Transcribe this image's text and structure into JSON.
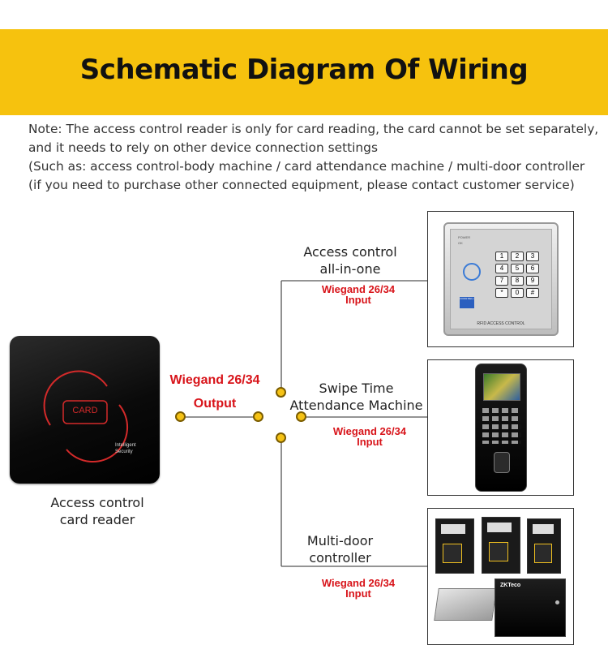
{
  "header": {
    "title": "Schematic Diagram Of Wiring",
    "banner_color": "#f6c20e"
  },
  "note": {
    "lines": [
      "Note: The access control reader is only for card reading, the card cannot be set separately,",
      "and it needs to rely on other device connection settings",
      "(Such as: access control-body machine / card attendance machine / multi-door controller",
      "(if you need to purchase other connected equipment, please contact customer service)"
    ]
  },
  "reader": {
    "caption_line1": "Access control",
    "caption_line2": "card reader",
    "card_text": "CARD",
    "brand_line1": "Intelligent",
    "brand_line2": "Security"
  },
  "output": {
    "line1": "Wiegand 26/34",
    "line2": "Output"
  },
  "devices": [
    {
      "name_line1": "Access control",
      "name_line2": "all-in-one",
      "input_line1": "Wiegand 26/34",
      "input_line2": "Input",
      "panel": {
        "power_label": "POWER",
        "ok_label": "OK",
        "keys": [
          "1",
          "2",
          "3",
          "4",
          "5",
          "6",
          "7",
          "8",
          "9",
          "*",
          "0",
          "#"
        ],
        "doorbell_label": "DOOR BELL",
        "footer": "RFID ACCESS CONTROL"
      }
    },
    {
      "name_line1": "Swipe Time",
      "name_line2": "Attendance Machine",
      "input_line1": "Wiegand 26/34",
      "input_line2": "Input"
    },
    {
      "name_line1": "Multi-door",
      "name_line2": "controller",
      "input_line1": "Wiegand 26/34",
      "input_line2": "Input",
      "box_brand": "ZKTeco"
    }
  ],
  "colors": {
    "wire": "#555555",
    "connector": "#f5c215",
    "wiegand_red": "#d8141a"
  }
}
